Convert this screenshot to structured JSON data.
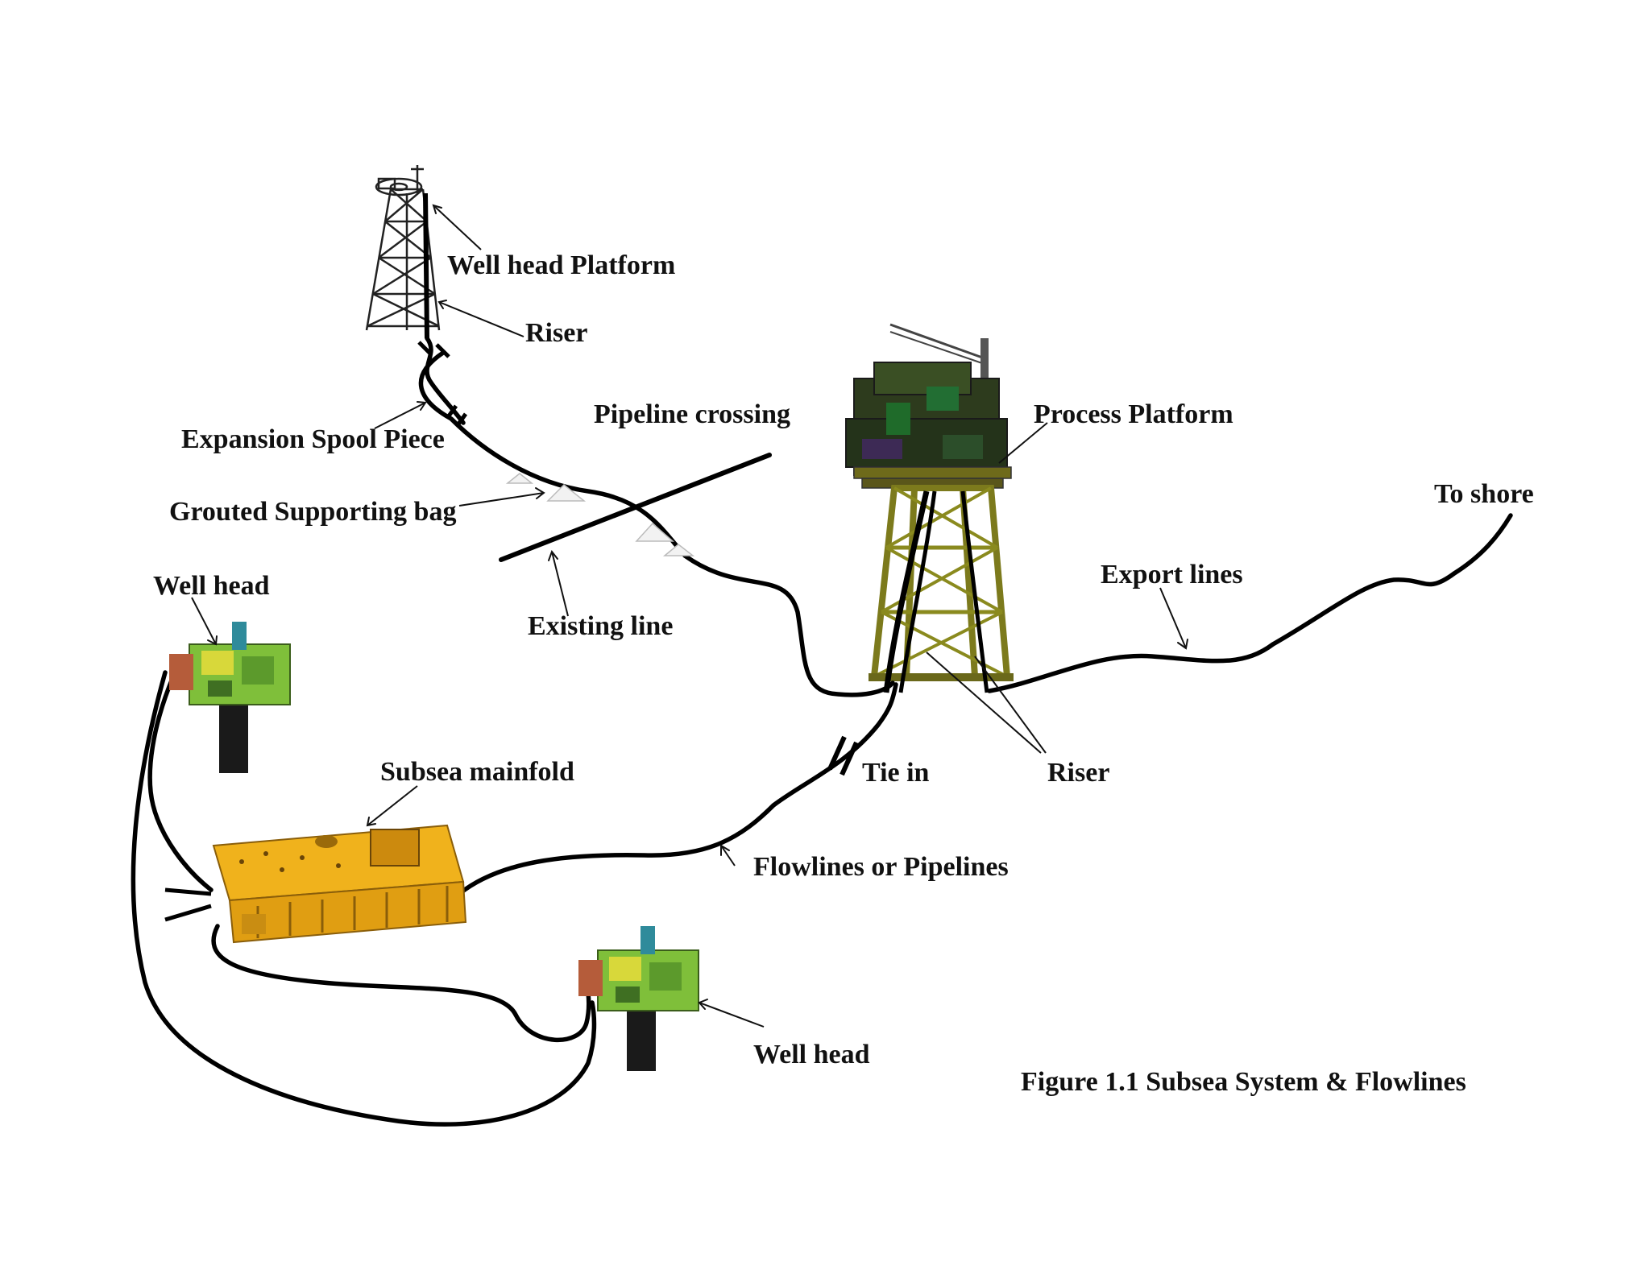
{
  "diagram": {
    "labels": {
      "wellhead_platform": "Well head Platform",
      "riser_top": "Riser",
      "expansion_spool": "Expansion Spool Piece",
      "pipeline_crossing": "Pipeline crossing",
      "process_platform": "Process Platform",
      "grouted_bag": "Grouted Supporting bag",
      "to_shore": "To shore",
      "well_head_left": "Well head",
      "export_lines": "Export lines",
      "existing_line": "Existing line",
      "subsea_manifold": "Subsea mainfold",
      "tie_in": "Tie in",
      "riser_bottom": "Riser",
      "flowlines": "Flowlines or Pipelines",
      "well_head_bottom": "Well head"
    },
    "caption": "Figure 1.1 Subsea System & Flowlines",
    "colors": {
      "pipe": "#000000",
      "platform_steel": "#8a8a1e",
      "manifold": "#f0b21c",
      "wellhead_green": "#7fbf3a",
      "wellhead_yellow": "#d8d83a"
    }
  }
}
